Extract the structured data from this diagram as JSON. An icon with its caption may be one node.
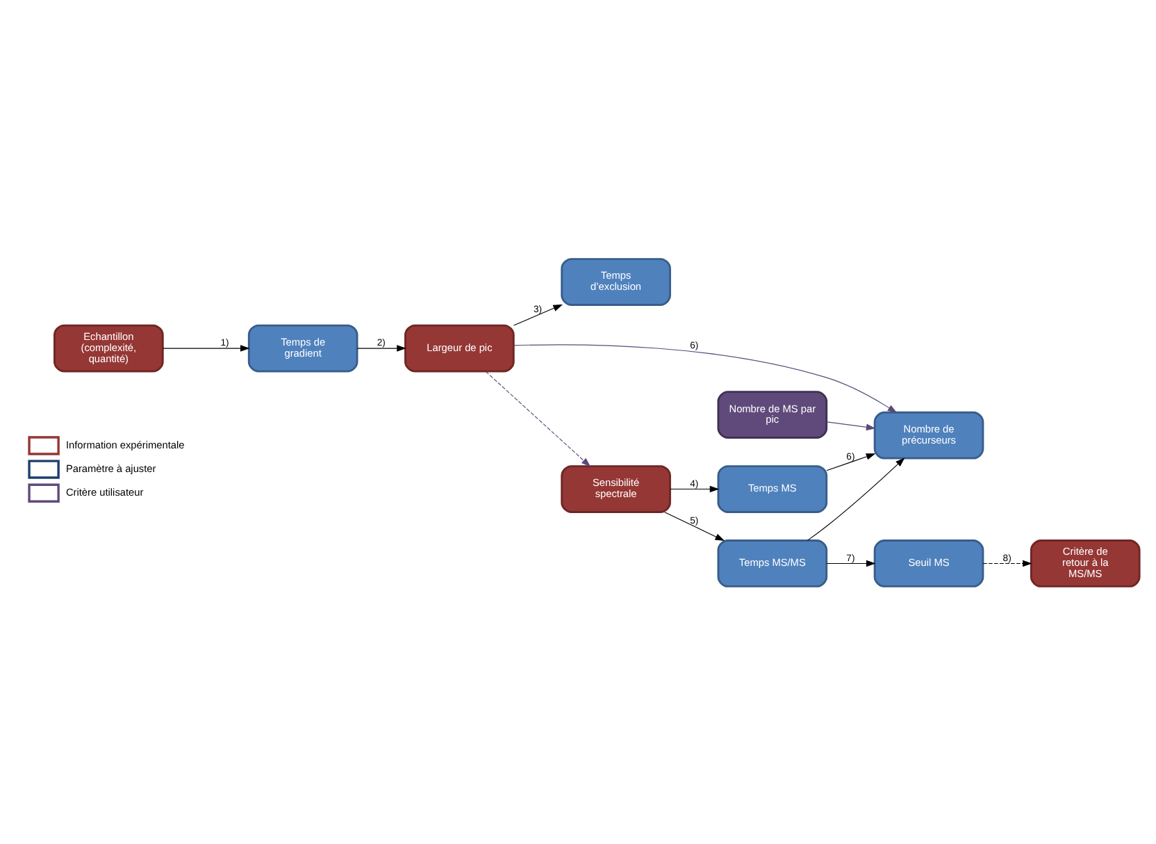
{
  "diagram": {
    "nodes": [
      {
        "text": [
          "Temps d’exclusion"
        ]
      },
      {
        "text": [
          "Echantillon (complexité, quantité)"
        ]
      },
      {
        "text": [
          "Temps de gradient"
        ]
      },
      {
        "text": [
          "Largeur de pic"
        ]
      },
      {
        "text": [
          "Nombre de MS par pic"
        ]
      },
      {
        "text": [
          "Sensibilité spectrale"
        ]
      },
      {
        "text": [
          "Temps MS"
        ]
      },
      {
        "text": [
          "Nombre de précurseurs"
        ]
      },
      {
        "text": [
          "Temps MS/MS"
        ]
      },
      {
        "text": [
          "Seuil MS"
        ]
      },
      {
        "text": [
          "Critère de retour à la MS/MS"
        ]
      }
    ],
    "edges": [
      {
        "from": 1,
        "to": 2,
        "arrow": "to",
        "label": "1)"
      },
      {
        "from": 2,
        "to": 3,
        "arrow": "to",
        "label": "2)"
      },
      {
        "from": 3,
        "to": 0,
        "arrow": "to",
        "label": "3)"
      },
      {
        "from": 3,
        "to": 7,
        "arrow": "to",
        "color": "#5a4a7a",
        "label": "6)"
      },
      {
        "from": 4,
        "to": 7,
        "arrow": "to",
        "color": "#5a4a7a"
      },
      {
        "from": 3,
        "to": 5,
        "arrow": "to",
        "style": "dashed",
        "color": "#5a4a7a"
      },
      {
        "from": 5,
        "to": 6,
        "arrow": "to",
        "label": "4)"
      },
      {
        "from": 5,
        "to": 8,
        "arrow": "to",
        "label": "5)"
      },
      {
        "from": 6,
        "to": 7,
        "arrow": "to",
        "label": "6)"
      },
      {
        "from": 8,
        "to": 7,
        "arrow": "to"
      },
      {
        "from": 8,
        "to": 9,
        "arrow": "to",
        "label": "7)"
      },
      {
        "from": 9,
        "to": 10,
        "arrow": "to",
        "style": "dashed",
        "label": "8)"
      }
    ],
    "legend": [
      {
        "text": "Information expérimentale",
        "color": "#953735"
      },
      {
        "text": "Paramètre à ajuster",
        "color": "#1f3f6e"
      },
      {
        "text": "Critère utilisateur",
        "color": "#604a7b"
      }
    ]
  }
}
